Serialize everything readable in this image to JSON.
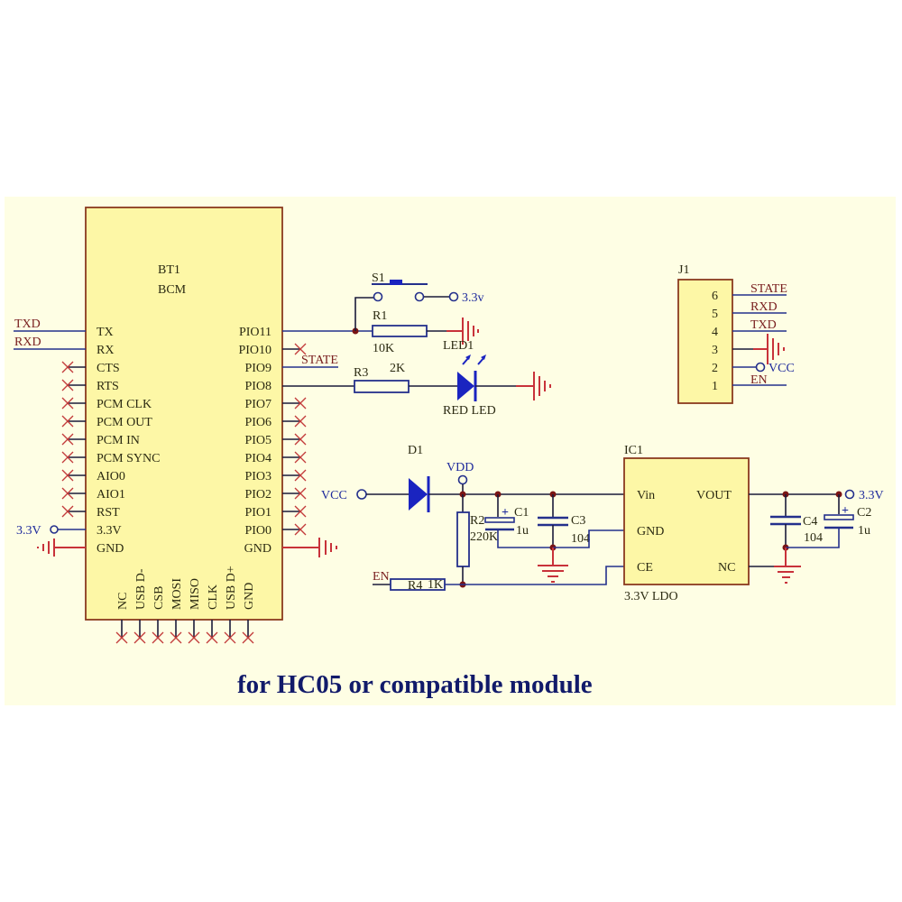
{
  "caption": "for HC05 or compatible module",
  "bt1": {
    "ref": "BT1",
    "value": "BCM",
    "left_pins": [
      "TX",
      "RX",
      "CTS",
      "RTS",
      "PCM CLK",
      "PCM OUT",
      "PCM IN",
      "PCM SYNC",
      "AIO0",
      "AIO1",
      "RST",
      "3.3V",
      "GND"
    ],
    "right_pins": [
      "PIO11",
      "PIO10",
      "PIO9",
      "PIO8",
      "PIO7",
      "PIO6",
      "PIO5",
      "PIO4",
      "PIO3",
      "PIO2",
      "PIO1",
      "PIO0",
      "GND"
    ],
    "bottom_pins": [
      "NC",
      "USB D-",
      "CSB",
      "MOSI",
      "MISO",
      "CLK",
      "USB D+",
      "GND"
    ]
  },
  "nets": {
    "txd": "TXD",
    "rxd": "RXD",
    "state": "STATE",
    "en": "EN",
    "vcc": "VCC",
    "vdd": "VDD",
    "v33_left": "3.3V",
    "v33_switch": "3.3v",
    "v33_out": "3.3V"
  },
  "switch": {
    "ref": "S1"
  },
  "r1": {
    "ref": "R1",
    "value": "10K"
  },
  "r3": {
    "ref": "R3",
    "value": "2K"
  },
  "led1": {
    "ref": "LED1",
    "value": "RED LED"
  },
  "d1": {
    "ref": "D1"
  },
  "r2": {
    "ref": "R2",
    "value": "220K"
  },
  "r4": {
    "ref": "R4",
    "value": "1K"
  },
  "c1": {
    "ref": "C1",
    "value": "1u"
  },
  "c3": {
    "ref": "C3",
    "value": "104"
  },
  "c4": {
    "ref": "C4",
    "value": "104"
  },
  "c2": {
    "ref": "C2",
    "value": "1u"
  },
  "ic1": {
    "ref": "IC1",
    "value": "3.3V LDO",
    "pins": {
      "vin": "Vin",
      "gnd": "GND",
      "ce": "CE",
      "vout": "VOUT",
      "nc": "NC"
    }
  },
  "j1": {
    "ref": "J1",
    "pins": [
      "6",
      "5",
      "4",
      "3",
      "2",
      "1"
    ],
    "nets": [
      "STATE",
      "RXD",
      "TXD",
      "",
      "VCC",
      "EN"
    ]
  },
  "colors": {
    "sheet": "#fefee4",
    "component_body": "#fdf7a6",
    "body_border": "#8a3a1e",
    "net_label": "#7a2020",
    "power_label": "#1e2a9c",
    "ground": "#c8323a",
    "caption": "#111a6a"
  }
}
